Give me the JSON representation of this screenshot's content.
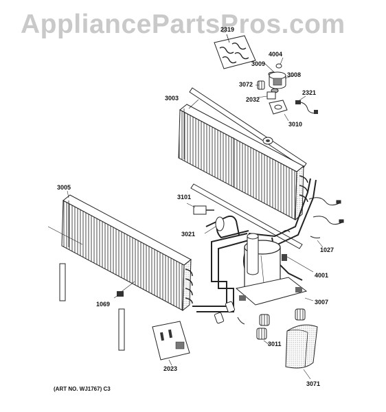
{
  "watermark": "AppliancePartsPros.com",
  "art_number": "(ART NO. WJ1767) C3",
  "callouts": {
    "c2319": "2319",
    "c4004": "4004",
    "c3009": "3009",
    "c3008": "3008",
    "c3072": "3072",
    "c2321": "2321",
    "c2032": "2032",
    "c3003": "3003",
    "c3010": "3010",
    "c3005": "3005",
    "c3101": "3101",
    "c3021": "3021",
    "c1027": "1027",
    "c4001": "4001",
    "c1069": "1069",
    "c3007": "3007",
    "c3011": "3011",
    "c2023": "2023",
    "c3071": "3071"
  }
}
